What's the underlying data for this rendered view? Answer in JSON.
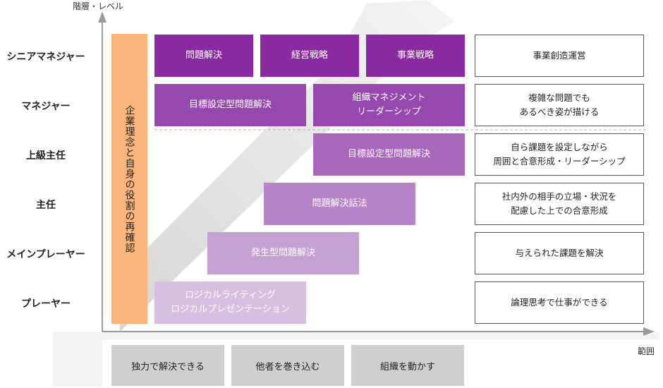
{
  "axes": {
    "y_label": "階層・レベル",
    "x_label": "範囲"
  },
  "levels": [
    "シニアマネジャー",
    "マネジャー",
    "上級主任",
    "主任",
    "メインプレーヤー",
    "プレーヤー"
  ],
  "common_theme": "企業理念と自身の役割の再確認",
  "skills": [
    {
      "label": "問題解決",
      "color": "#8a2aa0"
    },
    {
      "label": "経営戦略",
      "color": "#8a2aa0"
    },
    {
      "label": "事業戦略",
      "color": "#8a2aa0"
    },
    {
      "label": "目標設定型問題解決",
      "color": "#9648ae"
    },
    {
      "label": "組織マネジメント\nリーダーシップ",
      "color": "#9648ae"
    },
    {
      "label": "目標設定型問題解決",
      "color": "#a767bb"
    },
    {
      "label": "問題解決話法",
      "color": "#b684c8"
    },
    {
      "label": "発生型問題解決",
      "color": "#c4a0d3"
    },
    {
      "label": "ロジカルライティング\nロジカルプレゼンテーション",
      "color": "#d8bfe2"
    }
  ],
  "descriptions": [
    "事業創造運営",
    "複雑な問題でも\nあるべき姿が描ける",
    "自ら課題を設定しながら\n周囲と合意形成・リーダーシップ",
    "社内外の相手の立場・状況を\n配慮した上での合意形成",
    "与えられた課題を解決",
    "論理思考で仕事ができる"
  ],
  "scopes": [
    "独力で解決できる",
    "他者を巻き込む",
    "組織を動かす"
  ]
}
